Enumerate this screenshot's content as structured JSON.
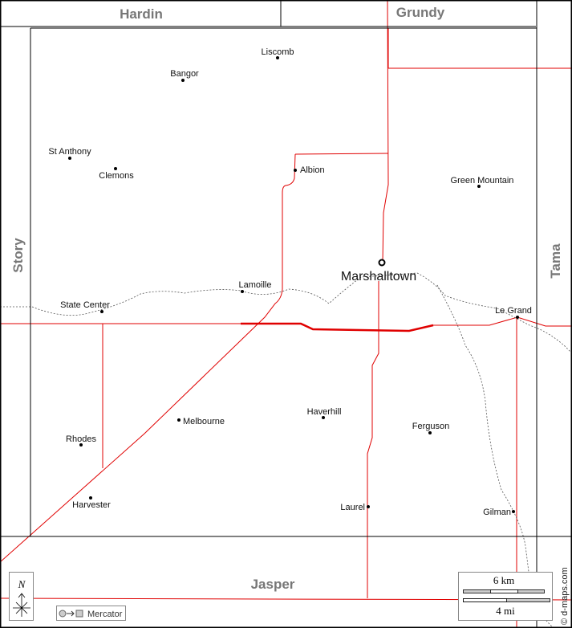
{
  "counties": {
    "hardin": "Hardin",
    "grundy": "Grundy",
    "story": "Story",
    "tama": "Tama",
    "jasper": "Jasper"
  },
  "cities": [
    {
      "name": "Liscomb"
    },
    {
      "name": "Bangor"
    },
    {
      "name": "St Anthony"
    },
    {
      "name": "Clemons"
    },
    {
      "name": "Albion"
    },
    {
      "name": "Green Mountain"
    },
    {
      "name": "Marshalltown"
    },
    {
      "name": "Lamoille"
    },
    {
      "name": "State Center"
    },
    {
      "name": "Le Grand"
    },
    {
      "name": "Melbourne"
    },
    {
      "name": "Haverhill"
    },
    {
      "name": "Ferguson"
    },
    {
      "name": "Rhodes"
    },
    {
      "name": "Harvester"
    },
    {
      "name": "Laurel"
    },
    {
      "name": "Gilman"
    }
  ],
  "compass": {
    "label": "N"
  },
  "projection": {
    "label": "Mercator"
  },
  "scale": {
    "km": "6 km",
    "mi": "4 mi"
  },
  "credit": "© d-maps.com",
  "colors": {
    "road": "#e00000",
    "border": "#000000",
    "county_label": "#777777"
  }
}
